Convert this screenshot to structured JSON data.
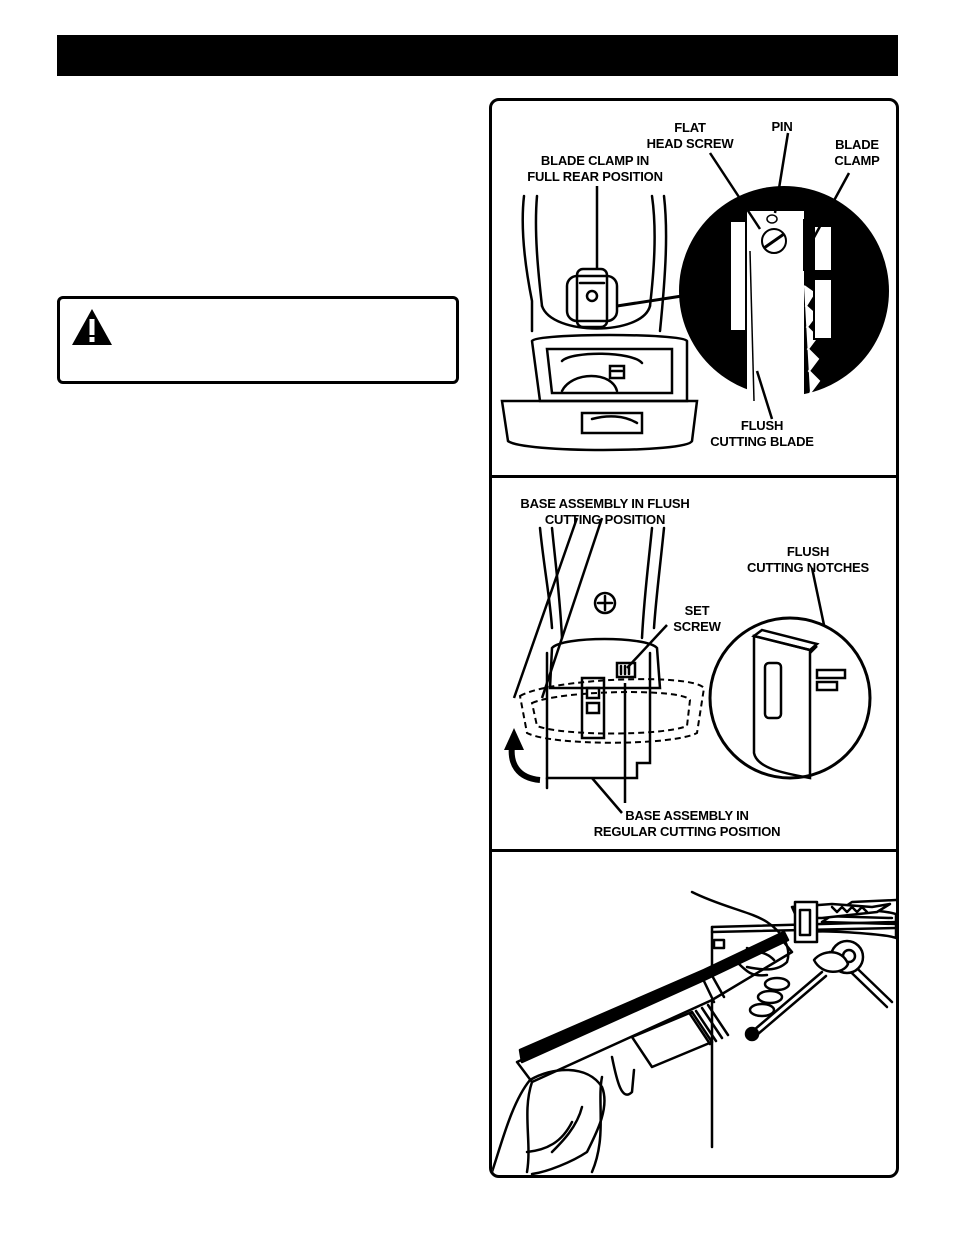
{
  "figure1": {
    "label_blade_clamp_rear_1": "BLADE CLAMP IN",
    "label_blade_clamp_rear_2": "FULL REAR POSITION",
    "label_flat_head_1": "FLAT",
    "label_flat_head_2": "HEAD SCREW",
    "label_pin": "PIN",
    "label_blade_clamp_1": "BLADE",
    "label_blade_clamp_2": "CLAMP",
    "label_flush_blade_1": "FLUSH",
    "label_flush_blade_2": "CUTTING BLADE"
  },
  "figure2": {
    "label_base_flush_1": "BASE ASSEMBLY IN FLUSH",
    "label_base_flush_2": "CUTTING POSITION",
    "label_notches_1": "FLUSH",
    "label_notches_2": "CUTTING NOTCHES",
    "label_set_screw_1": "SET",
    "label_set_screw_2": "SCREW",
    "label_base_regular_1": "BASE ASSEMBLY IN",
    "label_base_regular_2": "REGULAR CUTTING POSITION"
  }
}
